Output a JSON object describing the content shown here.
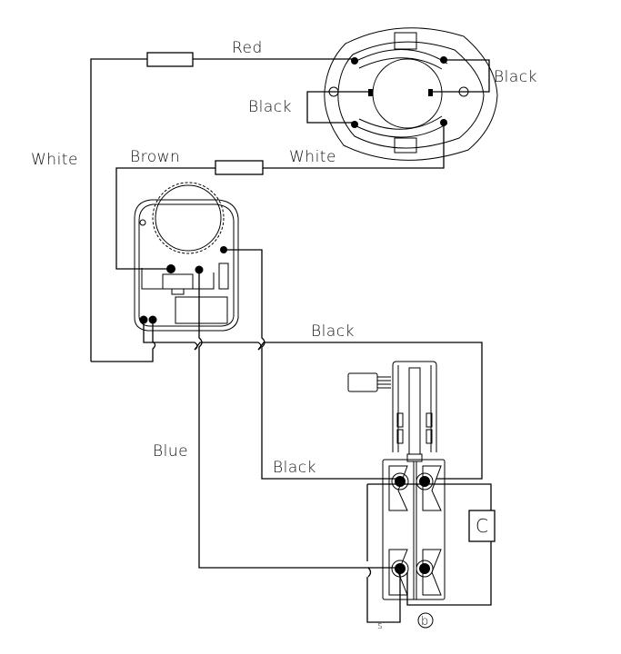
{
  "diagram": {
    "type": "wiring-diagram",
    "wire_labels": {
      "red": "Red",
      "black_motor_right": "Black",
      "black_motor_left": "Black",
      "white_left": "White",
      "brown": "Brown",
      "white_middle": "White",
      "black_top": "Black",
      "blue": "Blue",
      "black_switch": "Black"
    },
    "components": {
      "capacitor_label": "C",
      "marker_b": "b",
      "marker_s": "s"
    }
  }
}
